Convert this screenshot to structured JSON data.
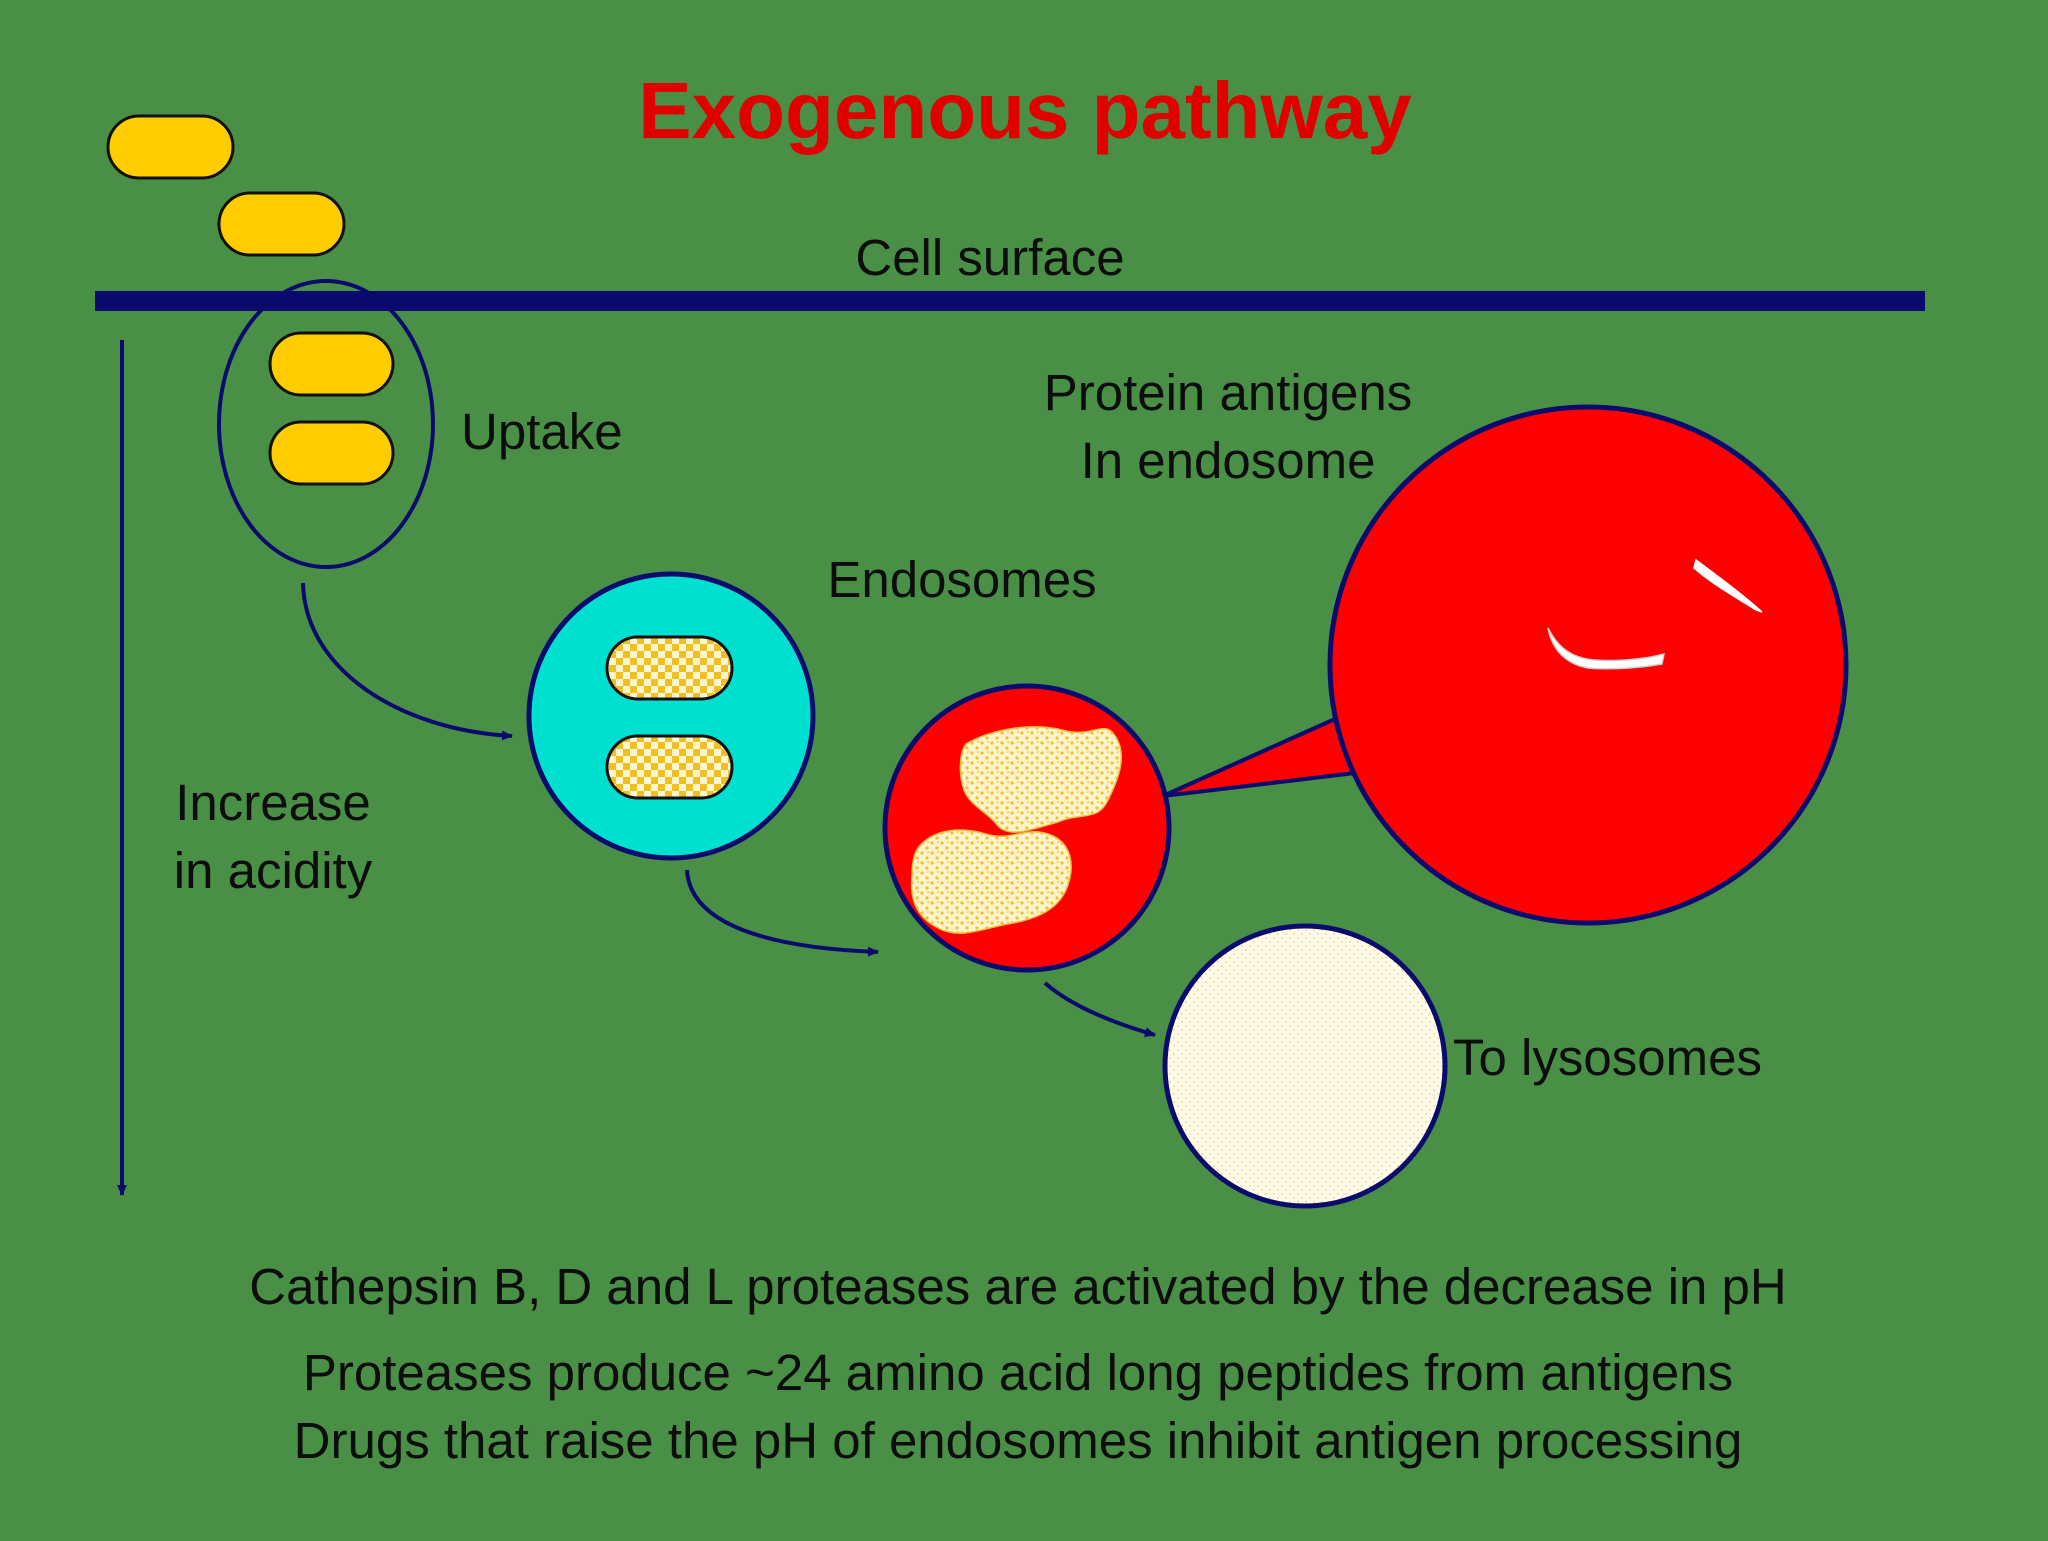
{
  "title": "Exogenous pathway",
  "labels": {
    "cell_surface": "Cell surface",
    "uptake": "Uptake",
    "protein_antigens_line1": "Protein antigens",
    "protein_antigens_line2": "In endosome",
    "endosomes": "Endosomes",
    "acidity_line1": "Increase",
    "acidity_line2": "in acidity",
    "lysosomes": "To lysosomes"
  },
  "notes": [
    "Cathepsin B, D and L proteases are activated by the decrease in pH",
    "Proteases produce ~24 amino acid long peptides from antigens",
    "Drugs that raise the pH of endosomes inhibit antigen processing"
  ],
  "colors": {
    "background": "#4a8f46",
    "membrane": "#0b0b6e",
    "antigen": "#ffcc00",
    "early_endosome": "#00e0d0",
    "late_endosome": "#ff0000",
    "lysosome": "#fffbe8",
    "title": "#e00000"
  }
}
